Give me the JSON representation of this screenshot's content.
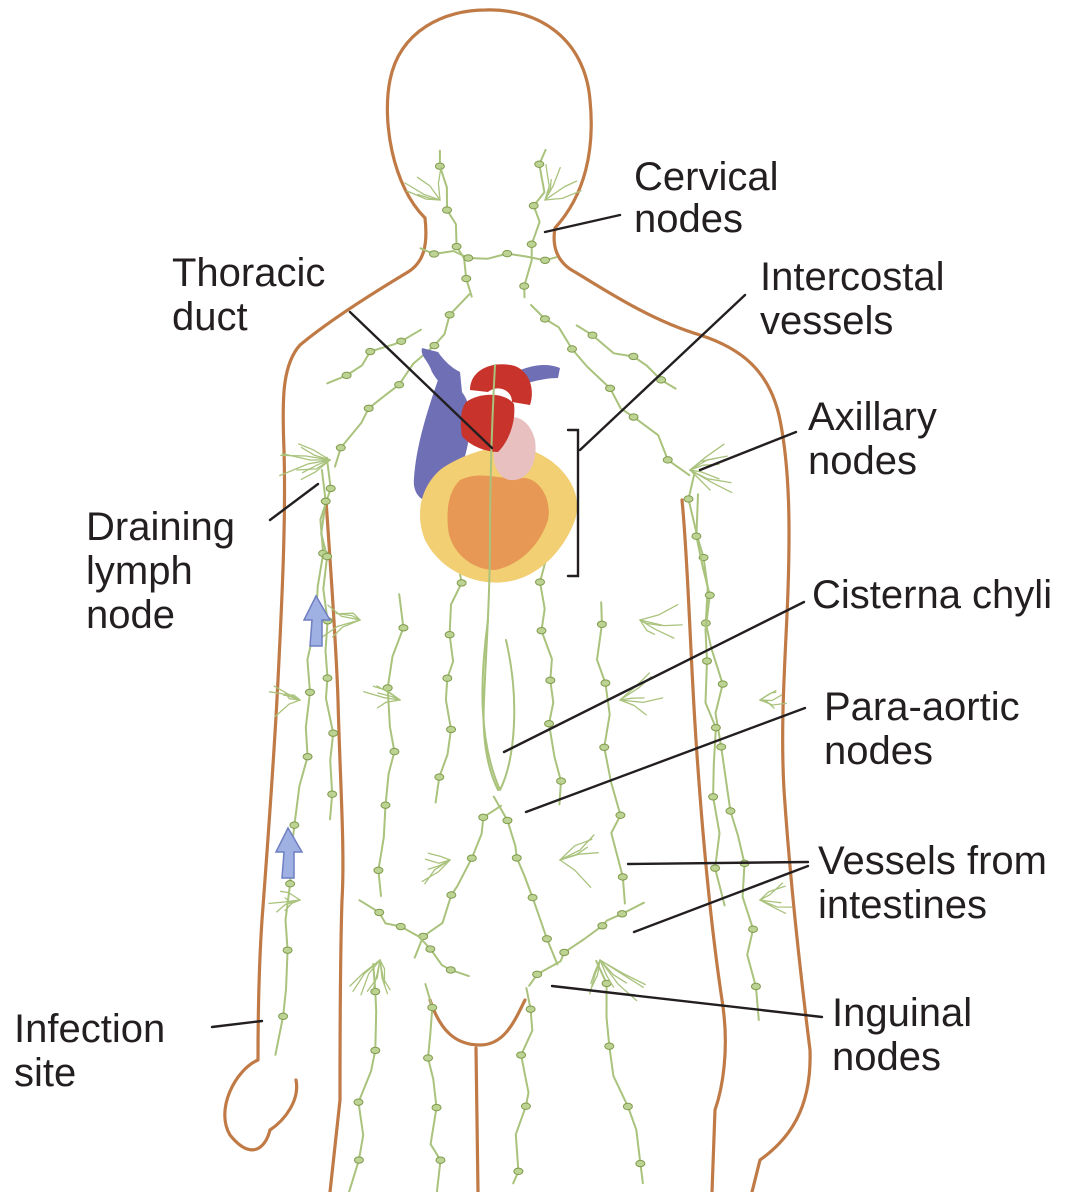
{
  "colors": {
    "body_outline": "#c07a46",
    "lymph_vessel": "#a9c27c",
    "lymph_node": "#bdd393",
    "heart_red": "#c8342c",
    "vein_blue": "#6f6fb6",
    "heart_yellow": "#f2cf73",
    "arrow_blue": "#9fb0e3",
    "label_text": "#231f20"
  },
  "labels": {
    "cervical": [
      "Cervical",
      "nodes"
    ],
    "thoracic": [
      "Thoracic",
      "duct"
    ],
    "intercostal": [
      "Intercostal",
      "vessels"
    ],
    "axillary": [
      "Axillary",
      "nodes"
    ],
    "draining": [
      "Draining",
      "lymph",
      "node"
    ],
    "cisterna": [
      "Cisterna chyli"
    ],
    "paraaortic": [
      "Para-aortic",
      "nodes"
    ],
    "intestines": [
      "Vessels from",
      "intestines"
    ],
    "infection": [
      "Infection",
      "site"
    ],
    "inguinal": [
      "Inguinal",
      "nodes"
    ]
  }
}
